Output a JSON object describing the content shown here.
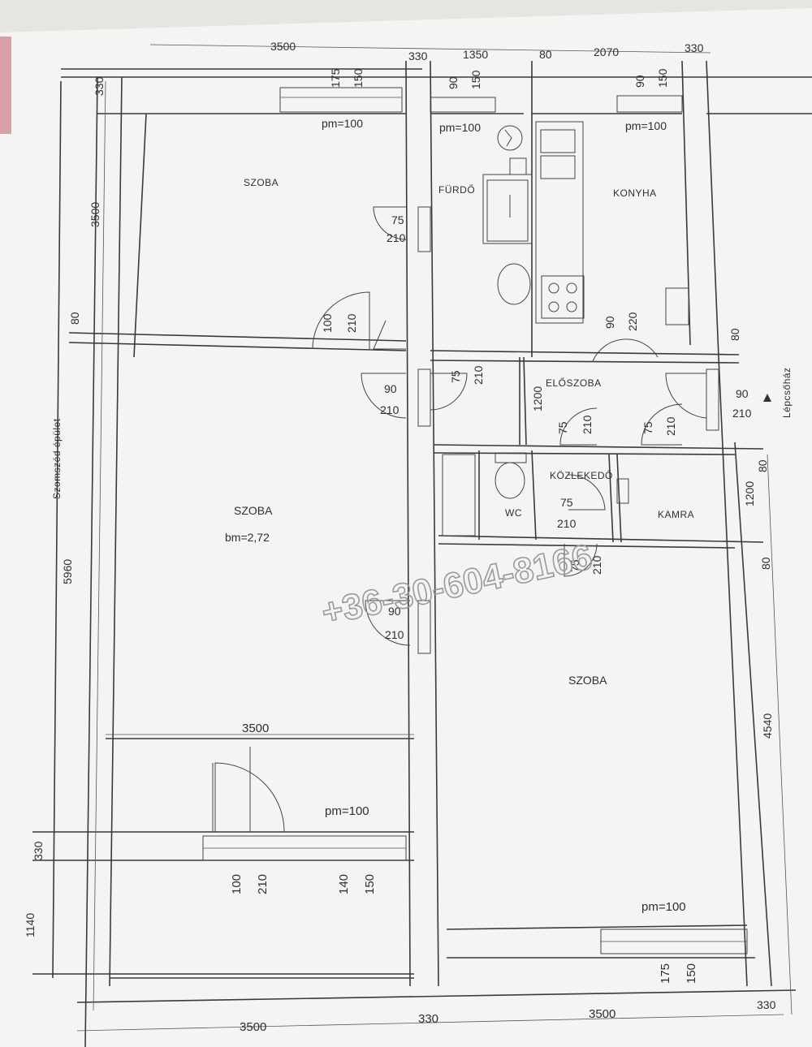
{
  "rooms": {
    "szoba_top_left": "SZOBA",
    "furdo": "FÜRDŐ",
    "konyha": "KONYHA",
    "eloszoba": "ELŐSZOBA",
    "kozlekedo": "KÖZLEKEDŐ",
    "wc": "WC",
    "kamra": "KAMRA",
    "szoba_middle_left": "SZOBA",
    "szoba_middle_left_height": "bm=2,72",
    "szoba_bottom_right": "SZOBA"
  },
  "side_labels": {
    "neighbor_building": "Szomszéd épület",
    "stairwell": "Lépcsőház"
  },
  "dimensions": {
    "top": [
      "3500",
      "330",
      "1350",
      "80",
      "2070",
      "330"
    ],
    "top_wall_left": "330",
    "left_vertical": [
      "3500",
      "80",
      "5960",
      "330",
      "1140"
    ],
    "right_vertical": [
      "80",
      "80",
      "1200",
      "80",
      "4540",
      "330"
    ],
    "bottom": [
      "3500",
      "330",
      "3500",
      "330"
    ],
    "interior_3500": "3500",
    "eloszoba_width": "1200"
  },
  "windows": {
    "w1": {
      "w": "175",
      "h": "150",
      "pm": "pm=100"
    },
    "w2": {
      "w": "90",
      "h": "150",
      "pm": "pm=100"
    },
    "w3": {
      "w": "90",
      "h": "150",
      "pm": "pm=100"
    },
    "w4": {
      "w": "140",
      "h": "150",
      "pm": "pm=100"
    },
    "w5": {
      "w": "175",
      "h": "150",
      "pm": "pm=100"
    }
  },
  "doors": {
    "d1": {
      "w": "75",
      "h": "210"
    },
    "d2": {
      "w": "100",
      "h": "210"
    },
    "d3": {
      "w": "90",
      "h": "210"
    },
    "d4": {
      "w": "75",
      "h": "210"
    },
    "d5": {
      "w": "90",
      "h": "220"
    },
    "d6": {
      "w": "75",
      "h": "210"
    },
    "d7": {
      "w": "75",
      "h": "210"
    },
    "d8": {
      "w": "90",
      "h": "210"
    },
    "d9": {
      "w": "75",
      "h": "210"
    },
    "d10": {
      "w": "75",
      "h": "210"
    },
    "d11": {
      "w": "90",
      "h": "210"
    },
    "d12": {
      "w": "100",
      "h": "210"
    }
  },
  "watermark": "+36-30-604-8166",
  "colors": {
    "paper": "#f4f4f2",
    "ink": "#3a3a3a",
    "background": "#c9c6c0"
  }
}
